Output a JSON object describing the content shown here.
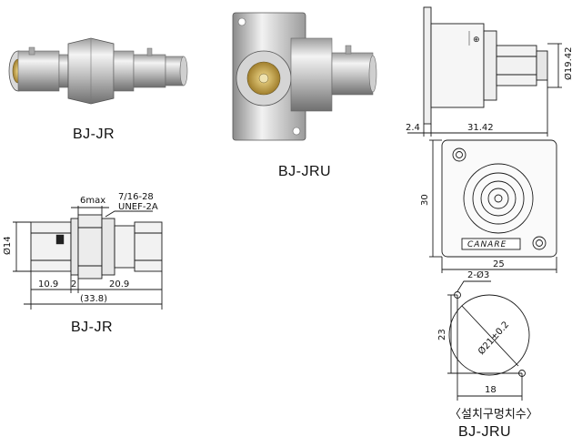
{
  "products": {
    "jr": {
      "name": "BJ-JR"
    },
    "jru": {
      "name": "BJ-JRU"
    }
  },
  "drawing_jr": {
    "name": "BJ-JR",
    "dim_max": "6max",
    "thread_line1": "7/16-28",
    "thread_line2": "UNEF-2A",
    "dia": "Ø14",
    "left_len": "10.9",
    "gap": "2",
    "right_len": "20.9",
    "total": "(33.8)"
  },
  "drawing_jru_side": {
    "flange": "2.4",
    "length": "31.42",
    "dia": "Ø19.42"
  },
  "drawing_jru_front": {
    "height": "30",
    "width": "25",
    "logo": "CANARE"
  },
  "drawing_mount": {
    "holes": "2-Ø3",
    "dia": "Ø21±0.2",
    "height": "23",
    "width": "18",
    "caption": "〈설치구멍치수〉",
    "name": "BJ-JRU"
  },
  "colors": {
    "line": "#1a1a1a",
    "metal_light": "#e9e9e9",
    "metal_mid": "#b9b9b9",
    "metal_dark": "#7a7a7a",
    "gold": "#c9a64a"
  }
}
